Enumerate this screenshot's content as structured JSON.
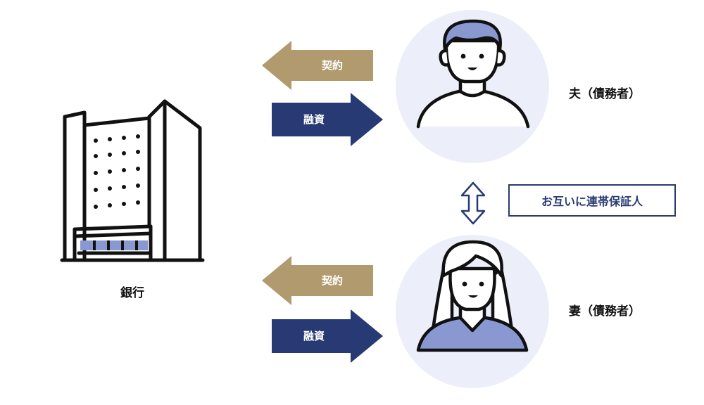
{
  "bank": {
    "label": "銀行"
  },
  "husband": {
    "label": "夫（債務者）",
    "contract_label": "契約",
    "loan_label": "融資"
  },
  "wife": {
    "label": "妻（債務者）",
    "contract_label": "契約",
    "loan_label": "融資"
  },
  "relation": {
    "label": "お互いに連帯保証人"
  },
  "colors": {
    "contract_arrow": "#b09a6e",
    "loan_arrow": "#283a73",
    "avatar_circle": "#eceef9",
    "accent_blue": "#8a98d2",
    "outline": "#111111"
  }
}
